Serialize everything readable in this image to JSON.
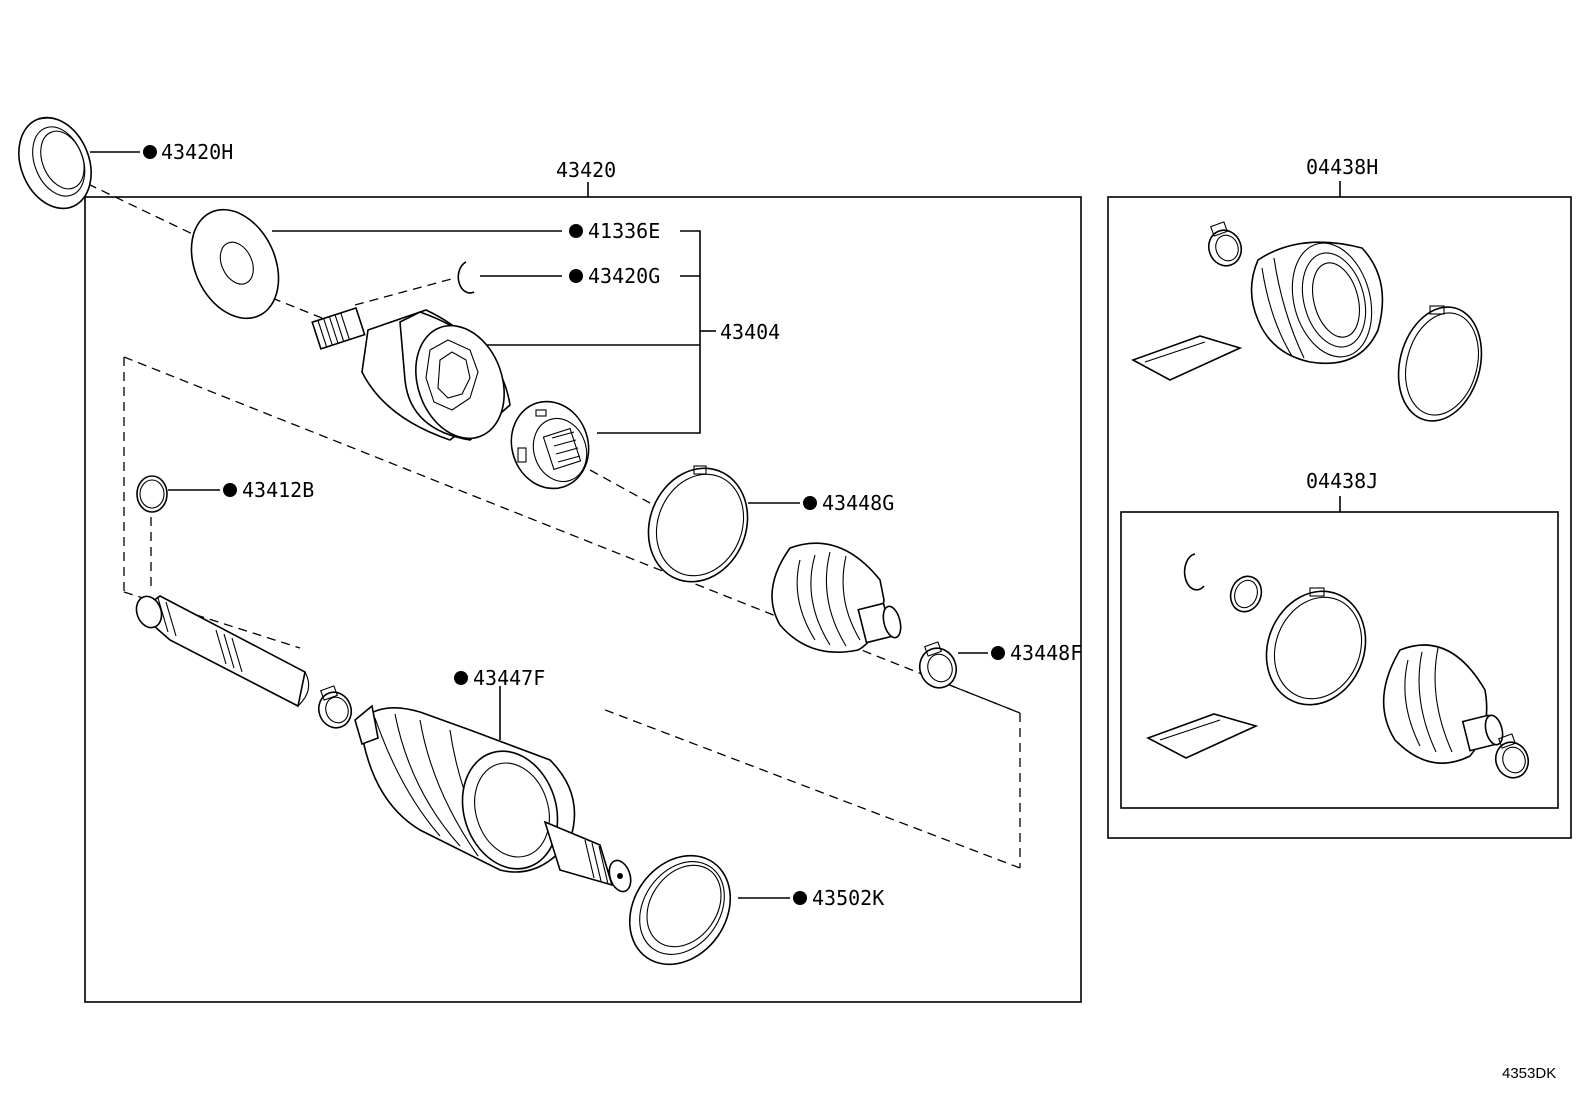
{
  "diagram": {
    "labels": {
      "assembly": "43420",
      "inner_boot_kit": "04438H",
      "outer_boot_kit": "04438J",
      "dust_deflector_43420H": "43420H",
      "washer_41336E": "41336E",
      "snap_ring_43420G": "43420G",
      "inboard_joint_43404": "43404",
      "snap_ring_43412B": "43412B",
      "boot_clamp_43448G": "43448G",
      "boot_clamp_43448F": "43448F",
      "outboard_joint_43447F": "43447F",
      "dust_seal_43502K": "43502K",
      "figure_code": "4353DK"
    },
    "marker": "●"
  }
}
